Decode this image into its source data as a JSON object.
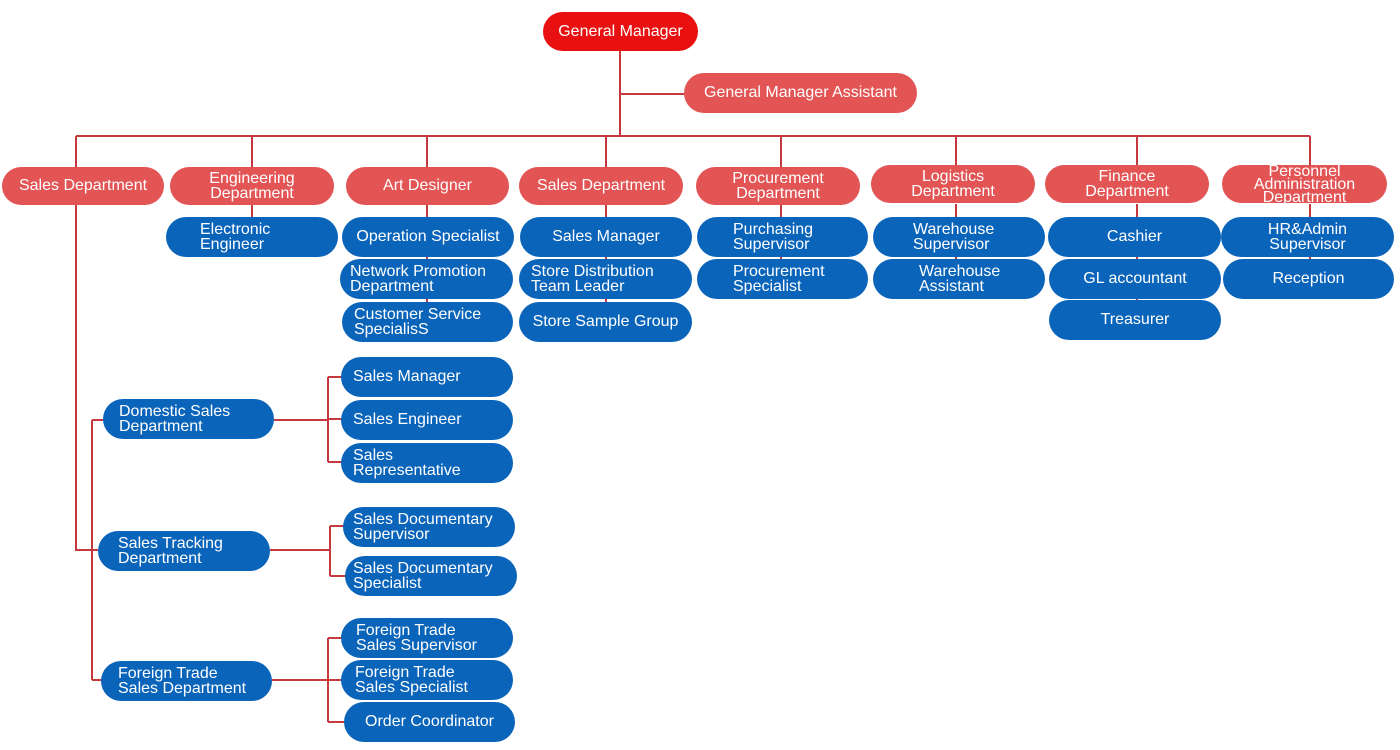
{
  "colors": {
    "line": "#c43a3f",
    "top_node": "#e81010",
    "department": "#e35454",
    "role": "#0a64ba",
    "text": "#ffffff"
  },
  "chart": {
    "top": {
      "label": "General Manager"
    },
    "assistant": {
      "label": "General Manager Assistant"
    },
    "departments": [
      {
        "label": "Sales Department"
      },
      {
        "label": "Engineering\nDepartment"
      },
      {
        "label": "Art Designer"
      },
      {
        "label": "Sales Department"
      },
      {
        "label": "Procurement\nDepartment"
      },
      {
        "label": "Logistics\nDepartment"
      },
      {
        "label": "Finance\nDepartment"
      },
      {
        "label": "Personnel\nAdministration\nDepartment"
      }
    ],
    "roles": {
      "engineering": [
        "Electronic\nEngineer"
      ],
      "art": [
        "Operation Specialist",
        "Network Promotion\nDepartment",
        "Customer Service\nSpecialisS"
      ],
      "sales2": [
        "Sales Manager",
        "Store Distribution\nTeam Leader",
        "Store Sample Group"
      ],
      "procurement": [
        "Purchasing\nSupervisor",
        "Procurement\nSpecialist"
      ],
      "logistics": [
        "Warehouse\nSupervisor",
        "Warehouse\nAssistant"
      ],
      "finance": [
        "Cashier",
        "GL accountant",
        "Treasurer"
      ],
      "personnel": [
        "HR&Admin\nSupervisor",
        "Reception"
      ]
    },
    "sales_subdepartments": [
      {
        "label": "Domestic Sales\nDepartment",
        "roles": [
          "Sales Manager",
          "Sales Engineer",
          "Sales\nRepresentative"
        ]
      },
      {
        "label": "Sales Tracking\nDepartment",
        "roles": [
          "Sales Documentary\nSupervisor",
          "Sales Documentary\nSpecialist"
        ]
      },
      {
        "label": "Foreign Trade\nSales Department",
        "roles": [
          "Foreign Trade\nSales Supervisor",
          "Foreign Trade\nSales Specialist",
          "Order Coordinator"
        ]
      }
    ]
  }
}
